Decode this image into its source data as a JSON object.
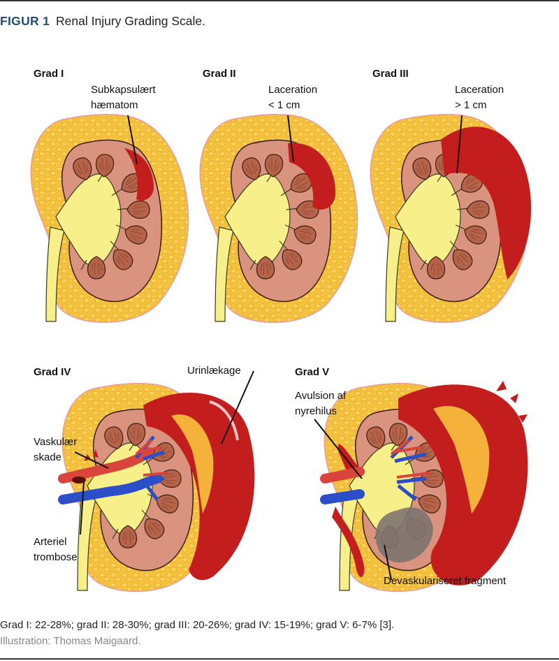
{
  "figure": {
    "label": "FIGUR 1",
    "title": "Renal Injury Grading Scale."
  },
  "grades": [
    {
      "name": "Grad I",
      "annotation": [
        "Subkapsulært",
        "hæmatom"
      ]
    },
    {
      "name": "Grad II",
      "annotation": [
        "Laceration",
        "< 1 cm"
      ]
    },
    {
      "name": "Grad III",
      "annotation": [
        "Laceration",
        "> 1 cm"
      ]
    },
    {
      "name": "Grad IV",
      "annotations": {
        "urine": "Urinlækage",
        "vascular": [
          "Vaskulær",
          "skade"
        ],
        "thrombosis": [
          "Arteriel",
          "trombose"
        ]
      }
    },
    {
      "name": "Grad V",
      "annotations": {
        "avulsion": [
          "Avulsion af",
          "nyrehilus"
        ],
        "fragment": "Devaskulariseret fragment"
      }
    }
  ],
  "footer": {
    "stats": "Grad I: 22-28%; grad II: 28-30%; grad III: 20-26%; grad IV: 15-19%; grad V: 6-7% [3].",
    "credit": "Illustration: Thomas Maigaard."
  },
  "colors": {
    "fat": "#f5c33b",
    "cortex": "#d9937e",
    "pyramid": "#b5644a",
    "sinus": "#f7f08a",
    "hematoma": "#c41d1d",
    "artery": "#d9453a",
    "vein": "#2c4fc9"
  }
}
